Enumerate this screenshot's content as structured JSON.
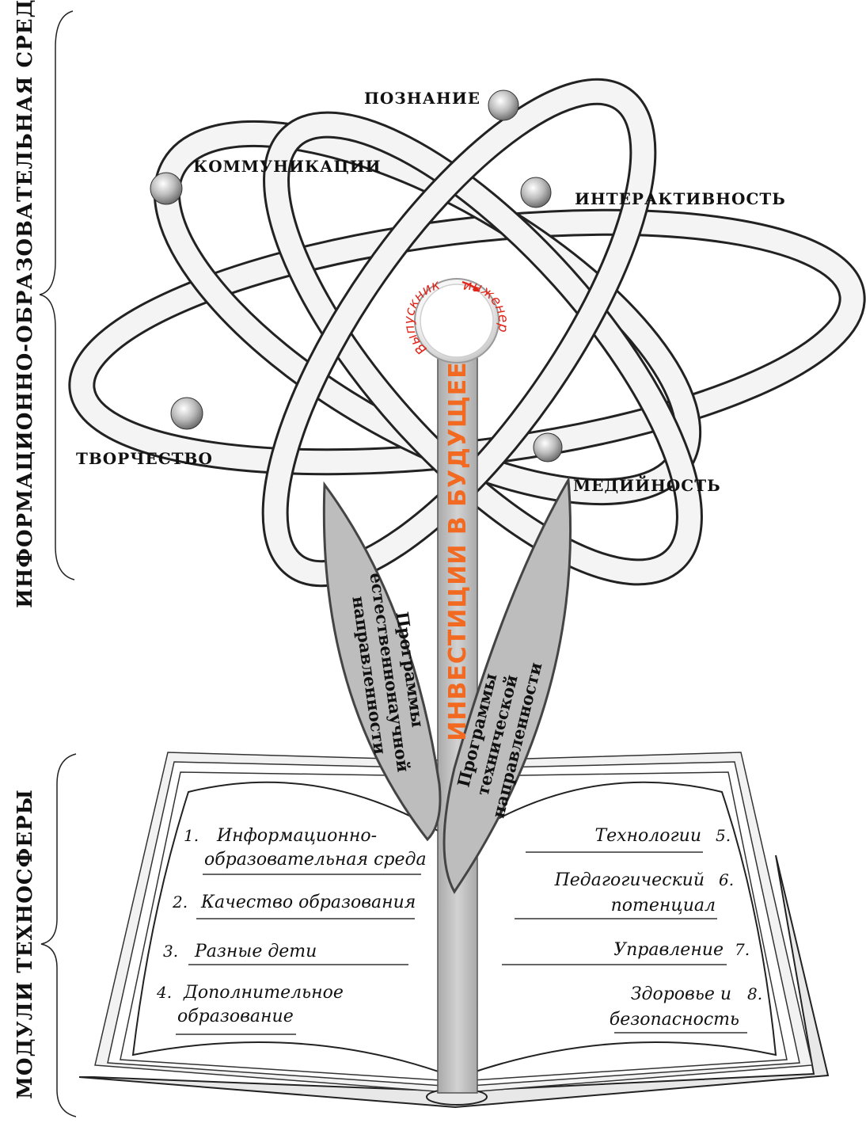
{
  "side_labels": {
    "top": "ИНФОРМАЦИОННО-ОБРАЗОВАТЕЛЬНАЯ СРЕДА",
    "bottom": "МОДУЛИ ТЕХНОСФЕРЫ"
  },
  "atom": {
    "labels": {
      "poznanie": "ПОЗНАНИЕ",
      "kommunikacii": "КОММУНИКАЦИИ",
      "interaktivnost": "ИНТЕРАКТИВНОСТЬ",
      "tvorchestvo": "ТВОРЧЕСТВО",
      "mediynost": "МЕДИЙНОСТЬ"
    }
  },
  "bulb": {
    "left_text": "Выпускник",
    "right_text": "инженер"
  },
  "stem": {
    "text": "ИНВЕСТИЦИИ В БУДУЩЕЕ"
  },
  "leaves": {
    "left": [
      "Программы",
      "естественнонаучной",
      "направленности"
    ],
    "right": [
      "Программы",
      "технической",
      "направленности"
    ]
  },
  "book": {
    "left_items": [
      {
        "num": "1.",
        "lines": [
          "Информационно-",
          "образовательная среда"
        ]
      },
      {
        "num": "2.",
        "lines": [
          "Качество образования"
        ]
      },
      {
        "num": "3.",
        "lines": [
          "Разные дети"
        ]
      },
      {
        "num": "4.",
        "lines": [
          "Дополнительное",
          "образование"
        ]
      }
    ],
    "right_items": [
      {
        "num": "5.",
        "lines": [
          "Технологии"
        ]
      },
      {
        "num": "6.",
        "lines": [
          "Педагогический",
          "потенциал"
        ]
      },
      {
        "num": "7.",
        "lines": [
          "Управление"
        ]
      },
      {
        "num": "8.",
        "lines": [
          "Здоровье и",
          "безопасность"
        ]
      }
    ]
  },
  "colors": {
    "stem_text": "#f26a21",
    "bulb_text": "#e0261b",
    "leaf_fill": "#bdbdbd",
    "stem_fill": "#c4c4c4"
  }
}
